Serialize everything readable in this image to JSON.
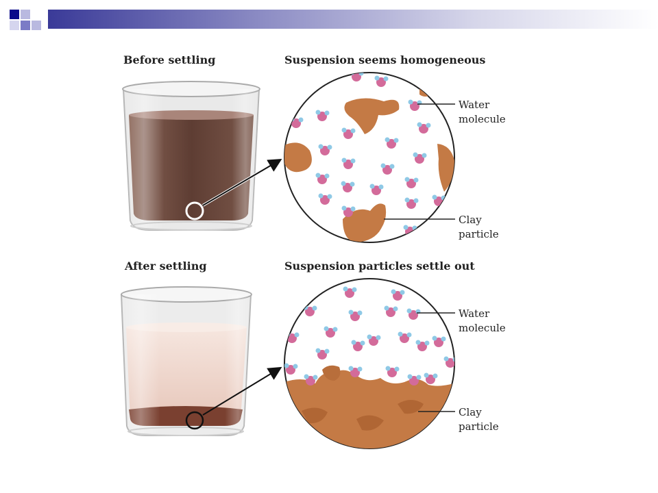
{
  "slide": {
    "brand_colors": [
      "#0a0a8a",
      "#7b7bc6",
      "#b9b9e0"
    ]
  },
  "panels": [
    {
      "heading": "Before settling",
      "zoom_heading": "Suspension seems homogeneous",
      "water_label": [
        "Water",
        "molecule"
      ],
      "clay_label": [
        "Clay",
        "particle"
      ]
    },
    {
      "heading": "After settling",
      "zoom_heading": "Suspension particles settle out",
      "water_label": [
        "Water",
        "molecule"
      ],
      "clay_label": [
        "Clay",
        "particle"
      ]
    }
  ],
  "colors": {
    "clay": "#c47a45",
    "water_oxygen": "#d36b9a",
    "water_hydrogen": "#8fc9e6",
    "muddy_water": "#6e4a3e",
    "settled_water": "#eed6cc",
    "sediment": "#7a4030"
  }
}
